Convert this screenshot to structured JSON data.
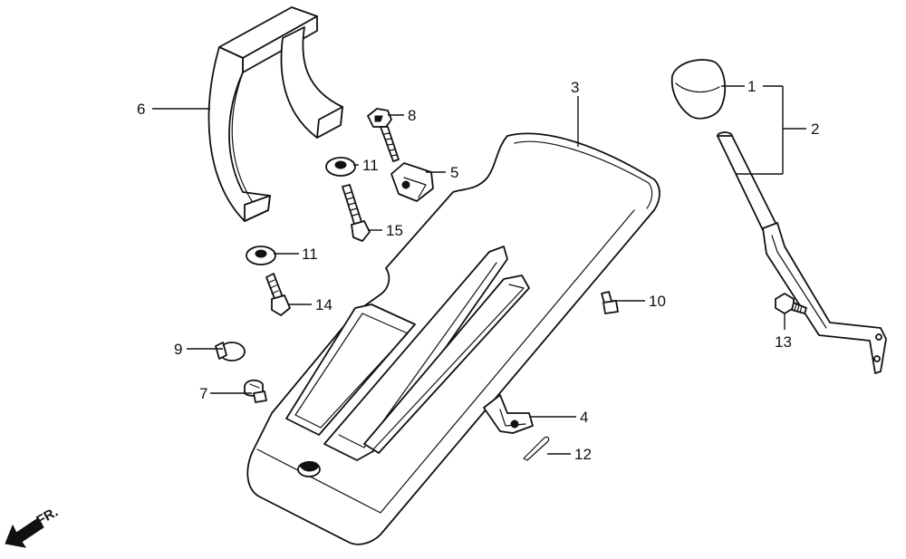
{
  "diagram": {
    "direction_label": "FR.",
    "callouts": [
      {
        "id": "1",
        "label": "1"
      },
      {
        "id": "2",
        "label": "2"
      },
      {
        "id": "3",
        "label": "3"
      },
      {
        "id": "4",
        "label": "4"
      },
      {
        "id": "5",
        "label": "5"
      },
      {
        "id": "6",
        "label": "6"
      },
      {
        "id": "7",
        "label": "7"
      },
      {
        "id": "8",
        "label": "8"
      },
      {
        "id": "9",
        "label": "9"
      },
      {
        "id": "10",
        "label": "10"
      },
      {
        "id": "11a",
        "label": "11"
      },
      {
        "id": "11b",
        "label": "11"
      },
      {
        "id": "12",
        "label": "12"
      },
      {
        "id": "13",
        "label": "13"
      },
      {
        "id": "14",
        "label": "14"
      },
      {
        "id": "15",
        "label": "15"
      }
    ]
  }
}
